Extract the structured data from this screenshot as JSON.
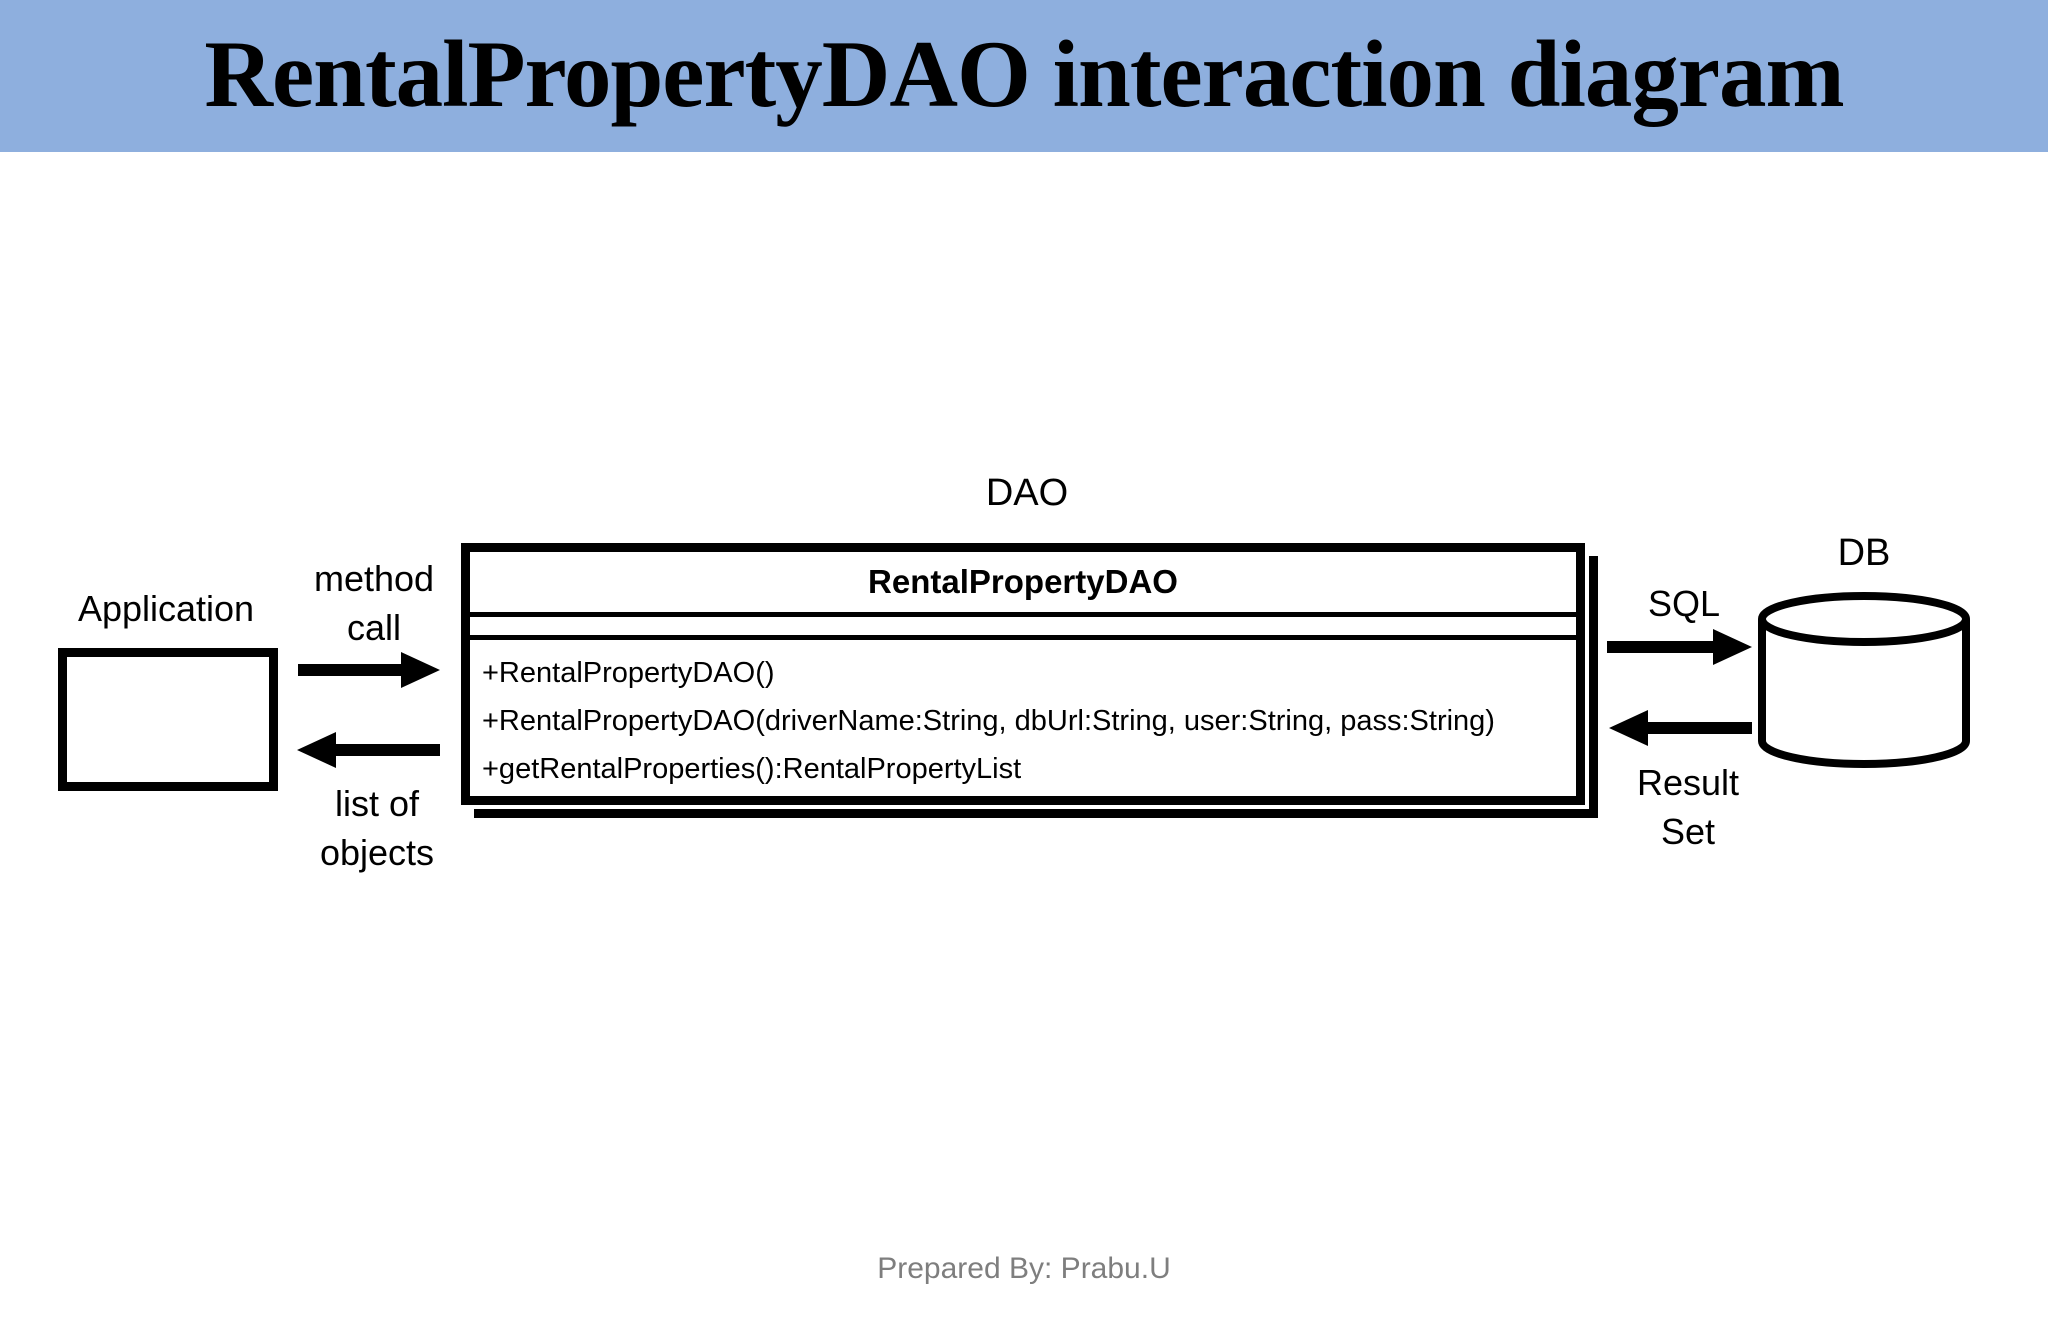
{
  "header": {
    "title": "RentalPropertyDAO interaction diagram",
    "background_color": "#8EAFDE",
    "text_color": "#000000"
  },
  "diagram": {
    "dao_label": "DAO",
    "class_box": {
      "title": "RentalPropertyDAO",
      "attributes_compartment": "",
      "methods": [
        "+RentalPropertyDAO()",
        "+RentalPropertyDAO(driverName:String, dbUrl:String, user:String, pass:String)",
        "+getRentalProperties():RentalPropertyList"
      ]
    },
    "application": {
      "label": "Application"
    },
    "db": {
      "label": "DB"
    },
    "arrows": {
      "method_call": {
        "label": [
          "method",
          "call"
        ],
        "direction": "right",
        "from": "Application",
        "to": "RentalPropertyDAO"
      },
      "list_of_objects": {
        "label": [
          "list of",
          "objects"
        ],
        "direction": "left",
        "from": "RentalPropertyDAO",
        "to": "Application"
      },
      "sql": {
        "label": [
          "SQL"
        ],
        "direction": "right",
        "from": "RentalPropertyDAO",
        "to": "DB"
      },
      "result_set": {
        "label": [
          "Result",
          "Set"
        ],
        "direction": "left",
        "from": "DB",
        "to": "RentalPropertyDAO"
      }
    },
    "ink_color": "#000000"
  },
  "footer": {
    "credit": "Prepared By: Prabu.U",
    "text_color": "#7E7E7E"
  }
}
